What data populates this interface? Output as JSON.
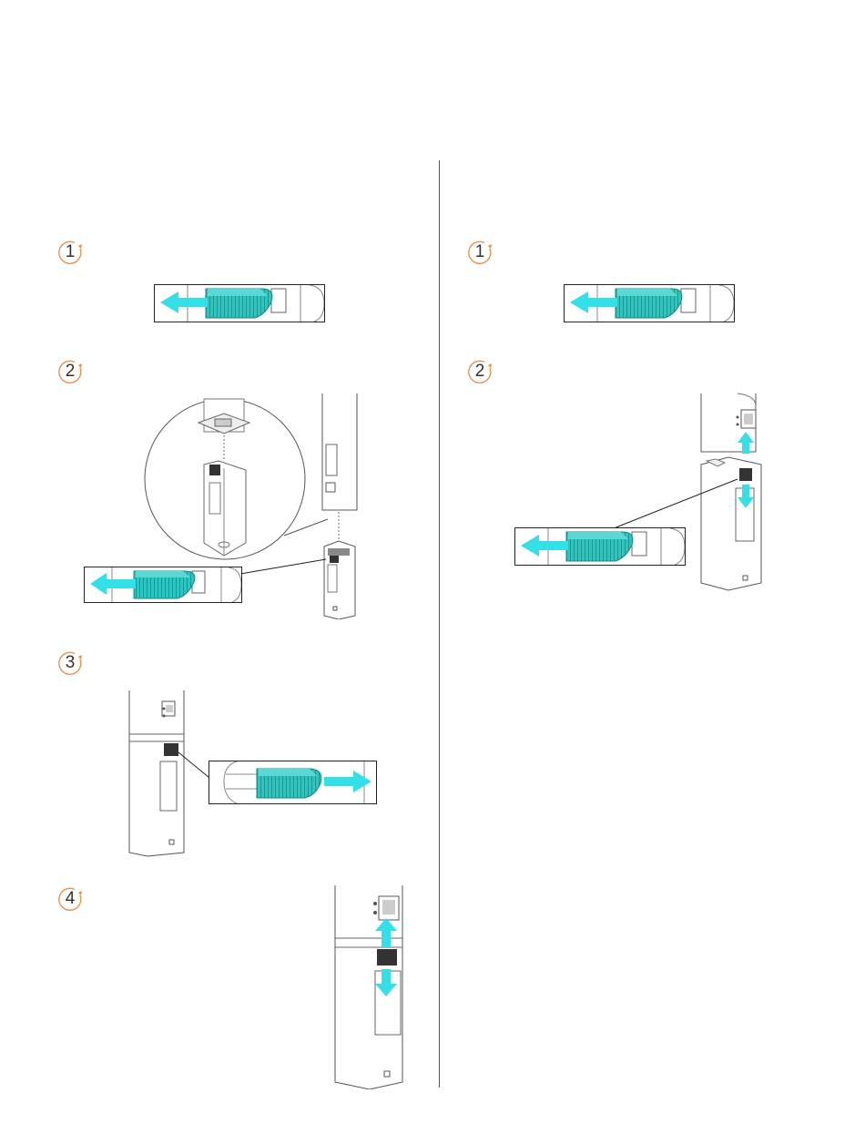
{
  "colors": {
    "accent_orange": "#f08a3c",
    "arrow_cyan": "#34e0e8",
    "slider_teal": "#2ec4bf",
    "line": "#222222",
    "device_outline": "#555555"
  },
  "left_column": {
    "steps": [
      {
        "number": "1"
      },
      {
        "number": "2"
      },
      {
        "number": "3"
      },
      {
        "number": "4"
      }
    ]
  },
  "right_column": {
    "steps": [
      {
        "number": "1"
      },
      {
        "number": "2"
      }
    ]
  },
  "icons": {
    "step_badge": "circular-arrow-badge-icon",
    "slide_left": "arrow-left-icon",
    "slide_right": "arrow-right-icon",
    "push_up": "arrow-up-icon",
    "push_down": "arrow-down-icon"
  }
}
